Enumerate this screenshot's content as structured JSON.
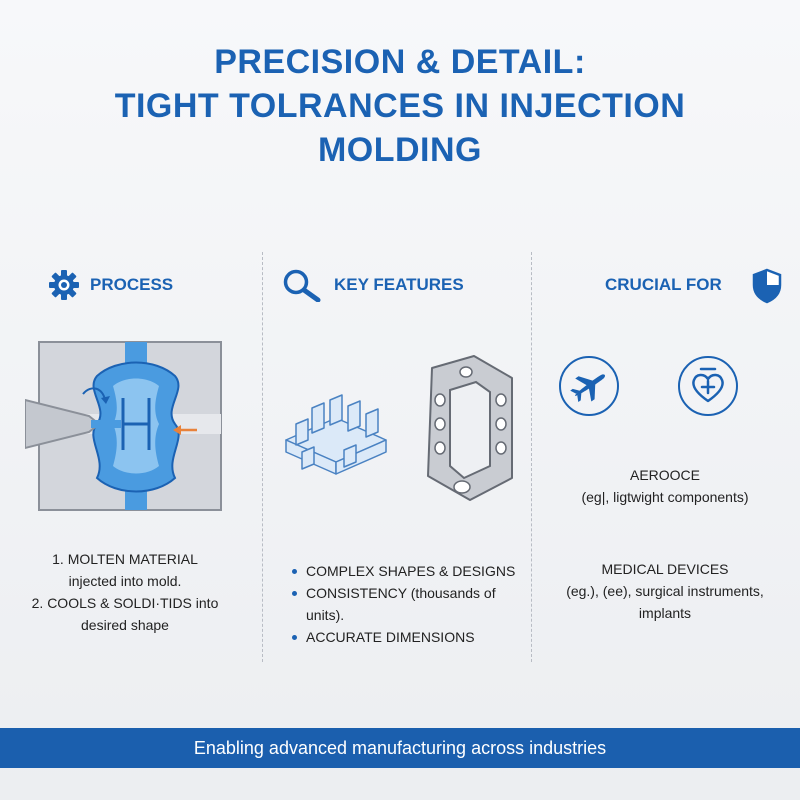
{
  "title": {
    "line1": "PRECISION & DETAIL:",
    "line2": "TIGHT TOLRANCES IN INJECTION",
    "line3": "MOLDING"
  },
  "process": {
    "heading": "PROCESS",
    "step1_line1": "1. MOLTEN MATERIAL",
    "step1_line2": "injected into mold.",
    "step2_line1": "2. COOLS & SOLDI·TIDS into",
    "step2_line2": "desired shape"
  },
  "features": {
    "heading": "KEY FEATURES",
    "items": [
      "COMPLEX SHAPES & DESIGNS",
      "CONSISTENCY (thousands of units).",
      "ACCURATE DIMENSIONS"
    ]
  },
  "crucial": {
    "heading": "CRUCIAL FOR",
    "aero_title": "AEROOCE",
    "aero_desc": "(eg|, ligtwight components)",
    "medical_title": "MEDICAL DEVICES",
    "medical_desc1": "(eg.), (ee), surgical instruments,",
    "medical_desc2": "implants"
  },
  "footer": {
    "text": "Enabling advanced manufacturing across industries"
  },
  "icons": {
    "process": "gear-icon",
    "features": "magnifier-icon",
    "crucial": "shield-icon",
    "aero": "airplane-icon",
    "medical": "medical-heart-icon"
  },
  "colors": {
    "brand_blue": "#1b62b3",
    "footer_blue": "#1b5fae",
    "molten_blue": "#4a9be0",
    "arrow_orange": "#e8823a",
    "part_gray": "#c9ccd2"
  }
}
